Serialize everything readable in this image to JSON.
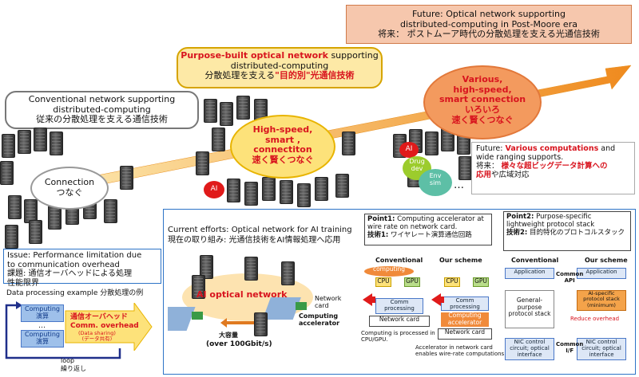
{
  "conventional": {
    "line1": "Conventional network supporting",
    "line2": "distributed-computing",
    "line3": "従来の分散処理を支える通信技術"
  },
  "purpose_built": {
    "line1_bold": "Purpose-built optical network",
    "line1_rest": " supporting",
    "line2": "distributed-computing",
    "line3_plain": "分散処理を支える",
    "line3_bold": "\"目的別\"光通信技術"
  },
  "future": {
    "line1": "Future: Optical network supporting",
    "line2": "distributed-computing  in  Post-Moore era",
    "line3": "将来： ポストムーア時代の分散処理を支える光通信技術"
  },
  "connection": {
    "en": "Connection",
    "jp": "つなぐ"
  },
  "high_speed": {
    "line1": "High-speed,",
    "line2": "smart ,",
    "line3": "connectiton",
    "line4": "速く賢くつなぐ"
  },
  "various": {
    "line1": "Various,",
    "line2": "high-speed,",
    "line3": "smart connection",
    "line4": "いろいろ",
    "line5": "速く賢くつなぐ"
  },
  "ai_labels": {
    "ai_red": "AI",
    "ai_red2": "AI",
    "drug": "Drug\ndev",
    "env": "Env\nsim",
    "ellipsis": "…"
  },
  "future_computations": {
    "l1_plain": "Future: ",
    "l1_bold": "Various computations",
    "l1_rest": " and",
    "l2": "wide ranging supports.",
    "l3_plain": "将来： ",
    "l3_bold": "様々な超ビッグデータ計算への",
    "l4_bold": "応用",
    "l4_rest": "や広域対応"
  },
  "issue": {
    "l1": "Issue: Performance limitation due",
    "l2": "to communication overhead",
    "l3": "課題: 通信オーバヘッドによる処理",
    "l4": "性能限界"
  },
  "data_processing": {
    "title": "Data processing example   分散処理の例",
    "computing1": "Computing\n演算",
    "computing2": "Computing\n演算",
    "dots": "…",
    "overhead_jp": "通信オーバヘッド",
    "overhead_en": "Comm. overhead",
    "sharing": "(Data sharing)\n(データ共有)",
    "loop_en": "loop",
    "loop_jp": "繰り返し"
  },
  "current_efforts": {
    "en": "Current efforts: Optical network for AI training",
    "jp": "現在の取り組み: 光通信技術をAI情報処理へ応用"
  },
  "ai_network": {
    "title": "AI optical network",
    "network_card": "Network\ncard",
    "computing_acc": "Computing\naccelerator",
    "capacity_jp": "大容量",
    "capacity_en": "(over 100Gbit/s)"
  },
  "point1": {
    "title": "Point1:",
    "text": " Computing accelerator at wire rate on network card.",
    "jp_label": "技術1:",
    "jp": " ワイヤレート演算通信回路"
  },
  "point2": {
    "title": "Point2:",
    "text": " Purpose-specific lightweight protocol stack",
    "jp_label": "技術2:",
    "jp": " 目的特化のプロトコルスタック"
  },
  "scheme1": {
    "conventional": "Conventional",
    "our": "Our scheme",
    "computing": "computing",
    "cpu": "CPU",
    "gpu": "GPU",
    "comm": "Comm\nprocessing",
    "network_card": "Network card",
    "comm2": "Comm\nprocessing",
    "computing_acc": "Computing\naccelerator",
    "network_card2": "Network card",
    "note1": "Computing is processed in\nCPU/GPU.",
    "note2": "Accelerator in network card\nenables wire-rate computations."
  },
  "scheme2": {
    "conventional": "Conventional",
    "our": "Our scheme",
    "app1": "Application",
    "app2": "Application",
    "common_api": "Common\nAPI",
    "general": "General-\npurpose\nprotocol stack",
    "ai_specific": "AI-specific\nprotocol stack\n(minimum)",
    "reduce": "Reduce overhead",
    "nic1": "NIC control\ncircuit; optical\ninterface",
    "nic2": "NIC control\ncircuit; optical\ninterface",
    "common_if": "Common\nI/F"
  }
}
